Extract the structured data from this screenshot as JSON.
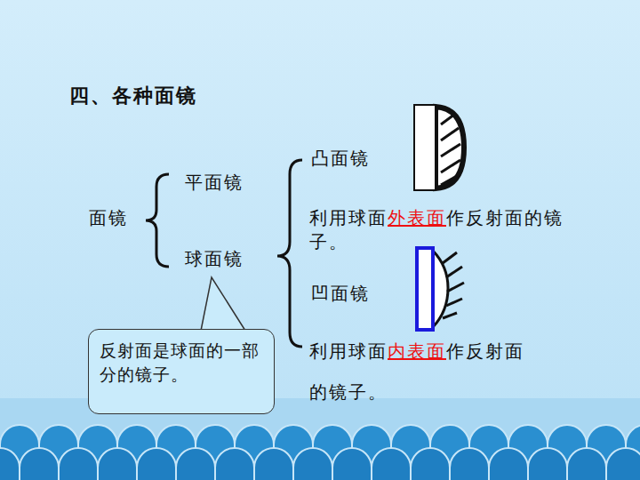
{
  "diagram": {
    "title": "四、各种面镜",
    "nodes": [
      {
        "text": [
          "反射面是球面的一部分的镜子。"
        ]
      }
    ],
    "labels": [
      "面镜",
      "平面镜",
      "球面镜",
      "凸面镜",
      "利用球面外表面作反射面的镜子。",
      "凹面镜",
      "利用球面内表面作反射面的镜子。"
    ]
  }
}
